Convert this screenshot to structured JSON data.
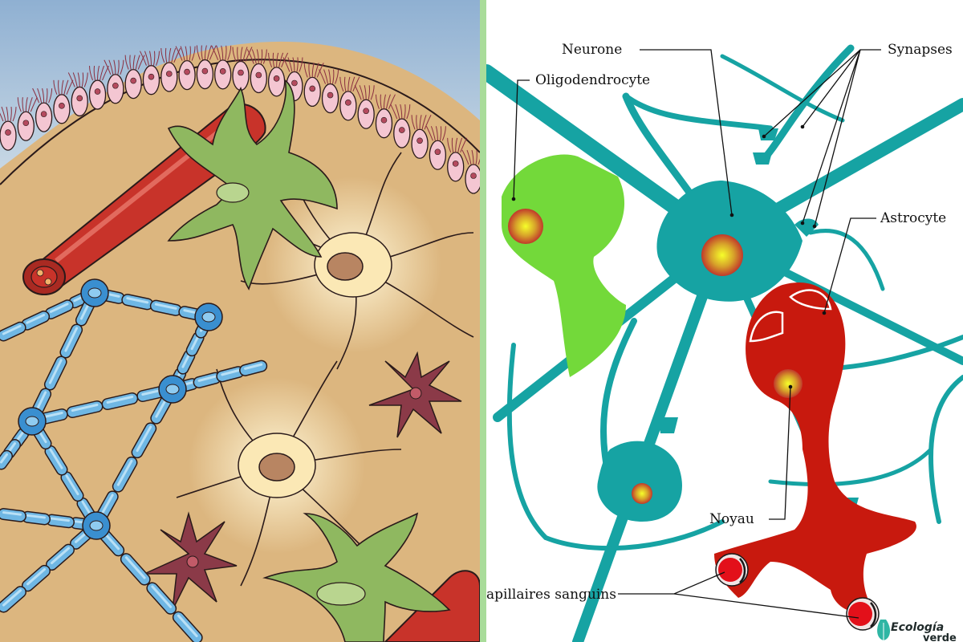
{
  "labels": {
    "neurone": "Neurone",
    "oligodendrocyte": "Oligodendrocyte",
    "synapses": "Synapses",
    "astrocyte": "Astrocyte",
    "noyau": "Noyau",
    "capillaires": "apillaires sanguins"
  },
  "brand": {
    "line1": "Ecología",
    "line2": "verde"
  },
  "colors": {
    "tissue_background": "#dcb67f",
    "ventricle_blue": "#9fb9d6",
    "ependymal_pink": "#f4c6d2",
    "blood_vessel_red": "#c8332a",
    "microglia_green": "#8fb860",
    "astrocyte_yellow": "#f8e7b0",
    "oligodendrocyte_blue": "#6fb7e4",
    "microglia_maroon": "#8b3a48",
    "neuron_teal": "#16a3a3",
    "oligodendrocyte_green": "#73d93a",
    "astrocyte_red": "#c8190e",
    "divider_green": "#a9dc9a"
  }
}
